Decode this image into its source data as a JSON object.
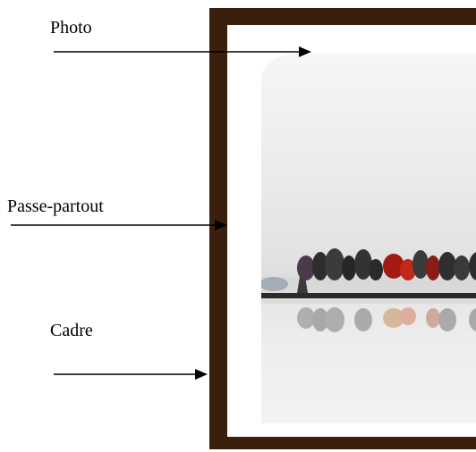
{
  "labels": {
    "photo": "Photo",
    "passe_partout": "Passe-partout",
    "cadre": "Cadre"
  },
  "colors": {
    "frame": "#3a1f0c",
    "mat": "#ffffff",
    "arrow": "#000000"
  }
}
